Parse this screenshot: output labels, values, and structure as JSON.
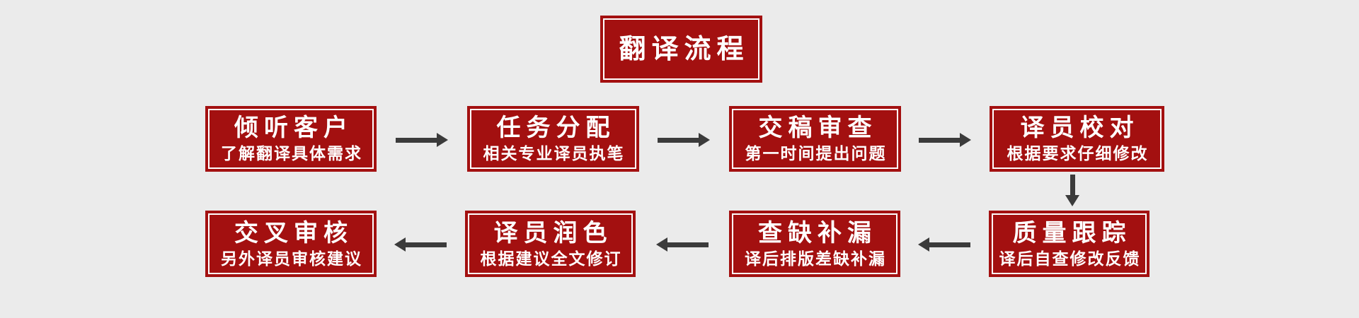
{
  "title": {
    "label": "翻译流程"
  },
  "steps": [
    {
      "heading": "倾听客户",
      "subtitle": "了解翻译具体需求"
    },
    {
      "heading": "任务分配",
      "subtitle": "相关专业译员执笔"
    },
    {
      "heading": "交稿审查",
      "subtitle": "第一时间提出问题"
    },
    {
      "heading": "译员校对",
      "subtitle": "根据要求仔细修改"
    },
    {
      "heading": "质量跟踪",
      "subtitle": "译后自查修改反馈"
    },
    {
      "heading": "查缺补漏",
      "subtitle": "译后排版差缺补漏"
    },
    {
      "heading": "译员润色",
      "subtitle": "根据建议全文修订"
    },
    {
      "heading": "交叉审核",
      "subtitle": "另外译员审核建议"
    }
  ],
  "connections": [
    {
      "from": "倾听客户",
      "to": "任务分配",
      "direction": "right"
    },
    {
      "from": "任务分配",
      "to": "交稿审查",
      "direction": "right"
    },
    {
      "from": "交稿审查",
      "to": "译员校对",
      "direction": "right"
    },
    {
      "from": "译员校对",
      "to": "质量跟踪",
      "direction": "down"
    },
    {
      "from": "质量跟踪",
      "to": "查缺补漏",
      "direction": "left"
    },
    {
      "from": "查缺补漏",
      "to": "译员润色",
      "direction": "left"
    },
    {
      "from": "译员润色",
      "to": "交叉审核",
      "direction": "left"
    }
  ],
  "colors": {
    "background": "#ebebeb",
    "box_fill": "#a31010",
    "box_inner_border": "#ffffff",
    "arrow": "#3b3b3b",
    "text": "#ffffff"
  }
}
